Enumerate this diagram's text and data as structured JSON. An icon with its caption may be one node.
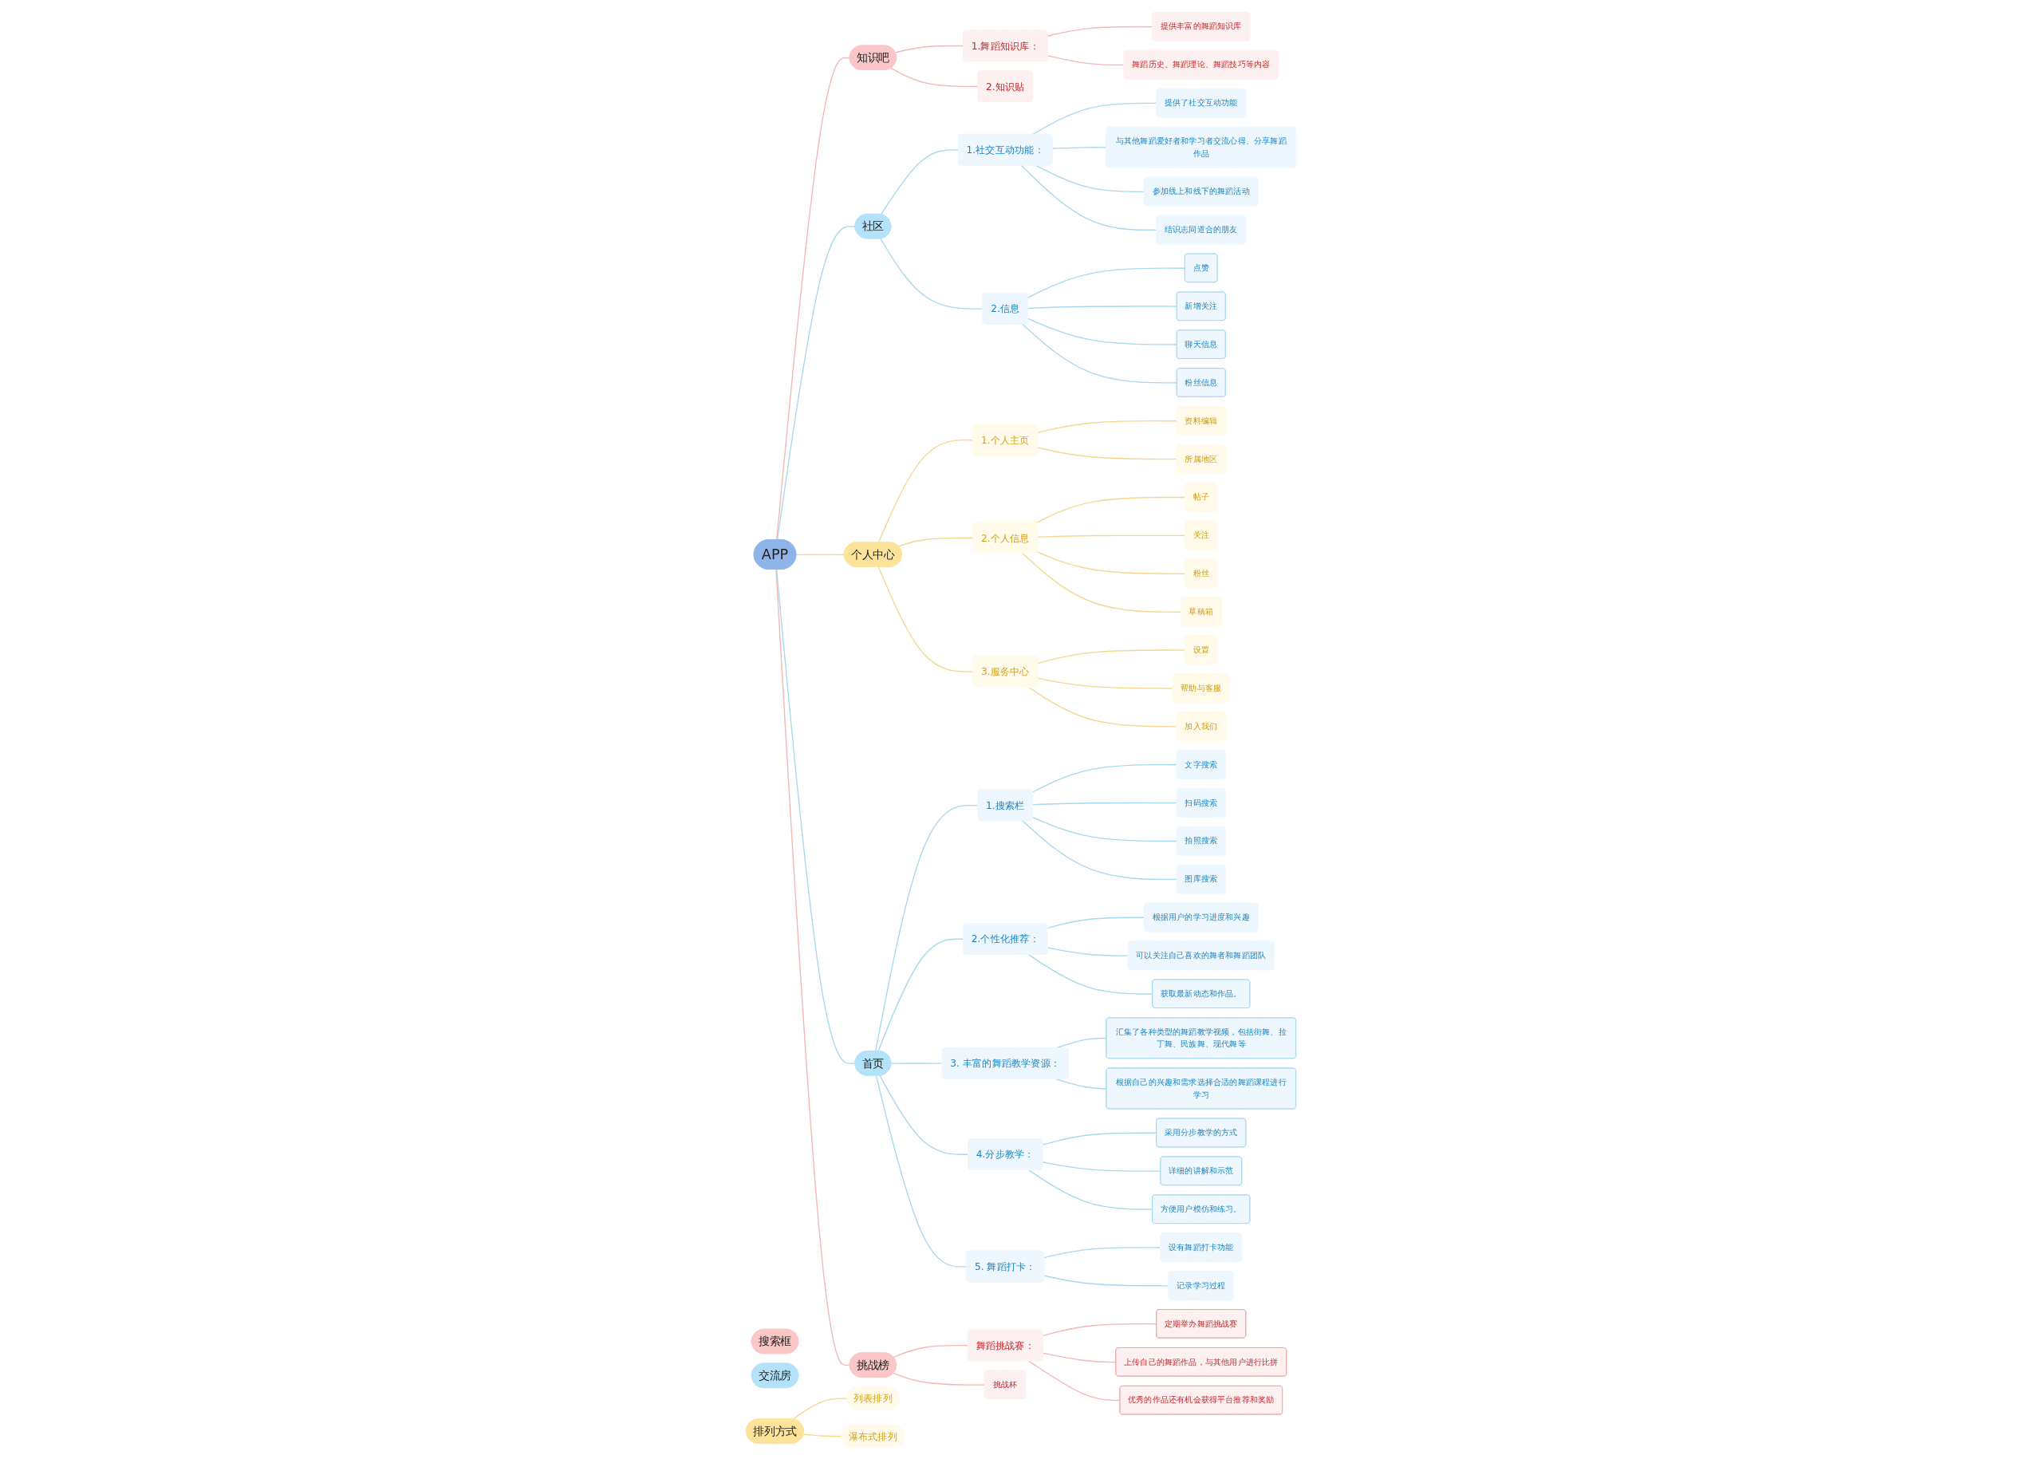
{
  "diagram": {
    "nodes": [
      {
        "text": [
          "APP"
        ]
      },
      {
        "text": [
          "知识吧"
        ]
      },
      {
        "text": [
          "1.舞蹈知识库："
        ]
      },
      {
        "text": [
          "提供丰富的舞蹈知识库"
        ]
      },
      {
        "text": [
          "舞蹈历史、舞蹈理论、舞蹈技巧等内容"
        ]
      },
      {
        "text": [
          "2.知识贴"
        ]
      },
      {
        "text": [
          "搜索框"
        ]
      },
      {
        "text": [
          "社区"
        ]
      },
      {
        "text": [
          "1.社交互动功能："
        ]
      },
      {
        "text": [
          "提供了社交互动功能"
        ]
      },
      {
        "text": [
          "与其他舞蹈爱好者和学习者交流心得、分享舞蹈作品"
        ]
      },
      {
        "text": [
          "参加线上和线下的舞蹈活动"
        ]
      },
      {
        "text": [
          "结识志同道合的朋友"
        ]
      },
      {
        "text": [
          "交流房"
        ]
      },
      {
        "text": [
          "2.信息"
        ]
      },
      {
        "text": [
          "点赞"
        ]
      },
      {
        "text": [
          "新增关注"
        ]
      },
      {
        "text": [
          "聊天信息"
        ]
      },
      {
        "text": [
          "粉丝信息"
        ]
      },
      {
        "text": [
          "个人中心"
        ]
      },
      {
        "text": [
          "1.个人主页"
        ]
      },
      {
        "text": [
          "资料编辑"
        ]
      },
      {
        "text": [
          "所属地区"
        ]
      },
      {
        "text": [
          "2.个人信息"
        ]
      },
      {
        "text": [
          "帖子"
        ]
      },
      {
        "text": [
          "关注"
        ]
      },
      {
        "text": [
          "粉丝"
        ]
      },
      {
        "text": [
          "草稿箱"
        ]
      },
      {
        "text": [
          "3.服务中心"
        ]
      },
      {
        "text": [
          "设置"
        ]
      },
      {
        "text": [
          "帮助与客服"
        ]
      },
      {
        "text": [
          "加入我们"
        ]
      },
      {
        "text": [
          "首页"
        ]
      },
      {
        "text": [
          "1.搜索栏"
        ]
      },
      {
        "text": [
          "文字搜索"
        ]
      },
      {
        "text": [
          "扫码搜索"
        ]
      },
      {
        "text": [
          "拍照搜索"
        ]
      },
      {
        "text": [
          "图库搜索"
        ]
      },
      {
        "text": [
          "2.个性化推荐："
        ]
      },
      {
        "text": [
          "根据用户的学习进度和兴趣"
        ]
      },
      {
        "text": [
          "可以关注自己喜欢的舞者和舞蹈团队"
        ]
      },
      {
        "text": [
          "获取最新动态和作品。"
        ]
      },
      {
        "text": [
          "3. 丰富的舞蹈教学资源："
        ]
      },
      {
        "text": [
          "汇集了各种类型的舞蹈教学视频，包括街舞、拉丁舞、民族舞、现代舞等"
        ]
      },
      {
        "text": [
          "根据自己的兴趣和需求选择合适的舞蹈课程进行学习"
        ]
      },
      {
        "text": [
          "4.分步教学："
        ]
      },
      {
        "text": [
          "采用分步教学的方式"
        ]
      },
      {
        "text": [
          "详细的讲解和示范"
        ]
      },
      {
        "text": [
          "方便用户模仿和练习。"
        ]
      },
      {
        "text": [
          "5. 舞蹈打卡："
        ]
      },
      {
        "text": [
          "设有舞蹈打卡功能"
        ]
      },
      {
        "text": [
          "记录学习过程"
        ]
      },
      {
        "text": [
          "排列方式"
        ]
      },
      {
        "text": [
          "列表排列"
        ]
      },
      {
        "text": [
          "瀑布式排列"
        ]
      },
      {
        "text": [
          "挑战榜"
        ]
      },
      {
        "text": [
          "舞蹈挑战赛："
        ]
      },
      {
        "text": [
          "定期举办舞蹈挑战赛"
        ]
      },
      {
        "text": [
          "上传自己的舞蹈作品，与其他用户进行比拼"
        ]
      },
      {
        "text": [
          "优秀的作品还有机会获得平台推荐和奖励"
        ]
      },
      {
        "text": [
          "挑战杯"
        ]
      }
    ],
    "edges": [
      {
        "from": 0,
        "to": 1,
        "arrow": "none",
        "color": "#f4b6b6"
      },
      {
        "from": 1,
        "to": 2,
        "arrow": "none",
        "color": "#f4b6b6"
      },
      {
        "from": 2,
        "to": 3,
        "arrow": "none",
        "color": "#f4b6b6"
      },
      {
        "from": 2,
        "to": 4,
        "arrow": "none",
        "color": "#f4b6b6"
      },
      {
        "from": 1,
        "to": 5,
        "arrow": "none",
        "color": "#f4b6b6"
      },
      {
        "from": 0,
        "to": 7,
        "arrow": "none"
      },
      {
        "from": 7,
        "to": 8,
        "arrow": "none"
      },
      {
        "from": 8,
        "to": 9,
        "arrow": "none"
      },
      {
        "from": 8,
        "to": 10,
        "arrow": "none"
      },
      {
        "from": 8,
        "to": 11,
        "arrow": "none"
      },
      {
        "from": 8,
        "to": 12,
        "arrow": "none"
      },
      {
        "from": 7,
        "to": 14,
        "arrow": "none"
      },
      {
        "from": 14,
        "to": 15,
        "arrow": "none"
      },
      {
        "from": 14,
        "to": 16,
        "arrow": "none"
      },
      {
        "from": 14,
        "to": 17,
        "arrow": "none"
      },
      {
        "from": 14,
        "to": 18,
        "arrow": "none"
      },
      {
        "from": 0,
        "to": 19,
        "arrow": "none",
        "color": "#f5d78e"
      },
      {
        "from": 19,
        "to": 20,
        "arrow": "none",
        "color": "#f5d78e"
      },
      {
        "from": 20,
        "to": 21,
        "arrow": "none",
        "color": "#f5d78e"
      },
      {
        "from": 20,
        "to": 22,
        "arrow": "none",
        "color": "#f5d78e"
      },
      {
        "from": 19,
        "to": 23,
        "arrow": "none",
        "color": "#f5d78e"
      },
      {
        "from": 23,
        "to": 24,
        "arrow": "none",
        "color": "#f5d78e"
      },
      {
        "from": 23,
        "to": 25,
        "arrow": "none",
        "color": "#f5d78e"
      },
      {
        "from": 23,
        "to": 26,
        "arrow": "none",
        "color": "#f5d78e"
      },
      {
        "from": 23,
        "to": 27,
        "arrow": "none",
        "color": "#f5d78e"
      },
      {
        "from": 19,
        "to": 28,
        "arrow": "none",
        "color": "#f5d78e"
      },
      {
        "from": 28,
        "to": 29,
        "arrow": "none",
        "color": "#f5d78e"
      },
      {
        "from": 28,
        "to": 30,
        "arrow": "none",
        "color": "#f5d78e"
      },
      {
        "from": 28,
        "to": 31,
        "arrow": "none",
        "color": "#f5d78e"
      },
      {
        "from": 0,
        "to": 32,
        "arrow": "none"
      },
      {
        "from": 32,
        "to": 33,
        "arrow": "none"
      },
      {
        "from": 33,
        "to": 34,
        "arrow": "none"
      },
      {
        "from": 33,
        "to": 35,
        "arrow": "none"
      },
      {
        "from": 33,
        "to": 36,
        "arrow": "none"
      },
      {
        "from": 33,
        "to": 37,
        "arrow": "none"
      },
      {
        "from": 32,
        "to": 38,
        "arrow": "none"
      },
      {
        "from": 38,
        "to": 39,
        "arrow": "none"
      },
      {
        "from": 38,
        "to": 40,
        "arrow": "none"
      },
      {
        "from": 38,
        "to": 41,
        "arrow": "none"
      },
      {
        "from": 32,
        "to": 42,
        "arrow": "none"
      },
      {
        "from": 42,
        "to": 43,
        "arrow": "none"
      },
      {
        "from": 42,
        "to": 44,
        "arrow": "none"
      },
      {
        "from": 32,
        "to": 45,
        "arrow": "none"
      },
      {
        "from": 45,
        "to": 46,
        "arrow": "none"
      },
      {
        "from": 45,
        "to": 47,
        "arrow": "none"
      },
      {
        "from": 45,
        "to": 48,
        "arrow": "none"
      },
      {
        "from": 32,
        "to": 49,
        "arrow": "none"
      },
      {
        "from": 49,
        "to": 50,
        "arrow": "none"
      },
      {
        "from": 49,
        "to": 51,
        "arrow": "none"
      },
      {
        "from": 52,
        "to": 53,
        "arrow": "none",
        "color": "#f5d78e"
      },
      {
        "from": 52,
        "to": 54,
        "arrow": "none",
        "color": "#f5d78e"
      },
      {
        "from": 0,
        "to": 55,
        "arrow": "none",
        "color": "#f4b6b6"
      },
      {
        "from": 55,
        "to": 56,
        "arrow": "none",
        "color": "#f4b6b6"
      },
      {
        "from": 56,
        "to": 57,
        "arrow": "none",
        "color": "#f4b6b6"
      },
      {
        "from": 56,
        "to": 58,
        "arrow": "none",
        "color": "#f4b6b6"
      },
      {
        "from": 56,
        "to": 59,
        "arrow": "none",
        "color": "#f4b6b6"
      },
      {
        "from": 55,
        "to": 60,
        "arrow": "none",
        "color": "#f4b6b6"
      }
    ]
  }
}
